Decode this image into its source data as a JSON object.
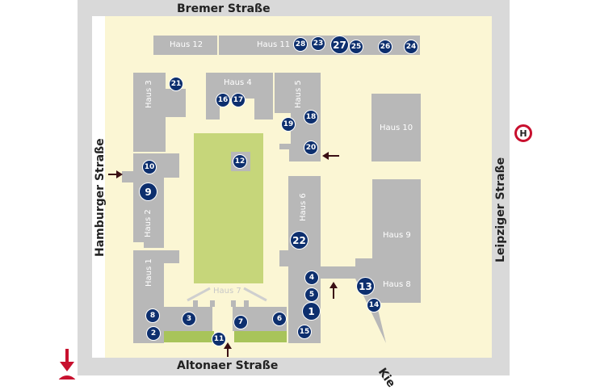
{
  "streets": {
    "north": "Bremer Straße",
    "south": "Altonaer Straße",
    "west": "Hamburger Straße",
    "east": "Leipziger Straße",
    "south_east": "Kie"
  },
  "buildings": {
    "haus12": "Haus 12",
    "haus11": "Haus 11",
    "haus3": "Haus 3",
    "haus4": "Haus 4",
    "haus5": "Haus 5",
    "haus10": "Haus 10",
    "haus2": "Haus 2",
    "haus1": "Haus 1",
    "haus6": "Haus 6",
    "haus9": "Haus 9",
    "haus8": "Haus 8",
    "haus7": "Haus 7"
  },
  "markers": {
    "m1": "1",
    "m2": "2",
    "m3": "3",
    "m4": "4",
    "m5": "5",
    "m6": "6",
    "m7": "7",
    "m8": "8",
    "m9": "9",
    "m10": "10",
    "m11": "11",
    "m12": "12",
    "m13": "13",
    "m14": "14",
    "m15": "15",
    "m16": "16",
    "m17": "17",
    "m18": "18",
    "m19": "19",
    "m20": "20",
    "m21": "21",
    "m22": "22",
    "m23": "23",
    "m24": "24",
    "m25": "25",
    "m26": "26",
    "m27": "27",
    "m28": "28"
  },
  "icons": {
    "bus_stop": "H",
    "entrance_arrow": "entrance-arrow-icon",
    "location_pin": "location-pin-icon"
  },
  "colors": {
    "grounds": "#fbf6d4",
    "road": "#d9d9d9",
    "building": "#b8b8b8",
    "lawn": "#c6d67a",
    "marker": "#0d2f6e",
    "arrow": "#3a0f14",
    "red": "#c8102e"
  }
}
